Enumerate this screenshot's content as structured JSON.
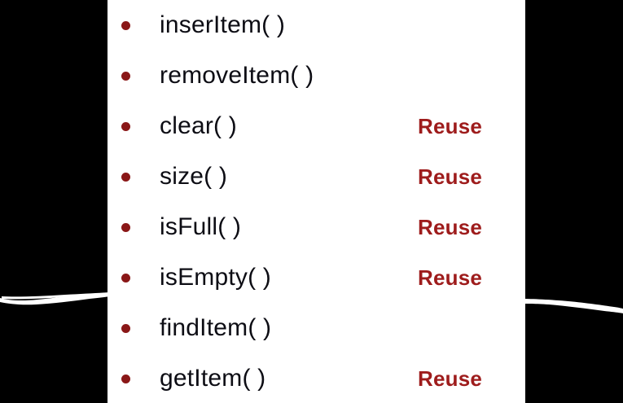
{
  "slide": {
    "background_color": "#000000",
    "panel_color": "#ffffff",
    "accent_color": "#9e1c1c",
    "bullet_color": "#8a1717",
    "text_color": "#0d0d14",
    "reuse_label": "Reuse",
    "operations": [
      {
        "name": "inserItem( )",
        "reuse": ""
      },
      {
        "name": "removeItem( )",
        "reuse": ""
      },
      {
        "name": "clear( )",
        "reuse": "Reuse"
      },
      {
        "name": "size( )",
        "reuse": "Reuse"
      },
      {
        "name": "isFull( )",
        "reuse": "Reuse"
      },
      {
        "name": "isEmpty( )",
        "reuse": "Reuse"
      },
      {
        "name": "findItem( )",
        "reuse": ""
      },
      {
        "name": "getItem( )",
        "reuse": "Reuse"
      }
    ],
    "decorations": {
      "left_stroke": "white-brush-stroke",
      "right_stroke": "white-brush-stroke"
    }
  }
}
